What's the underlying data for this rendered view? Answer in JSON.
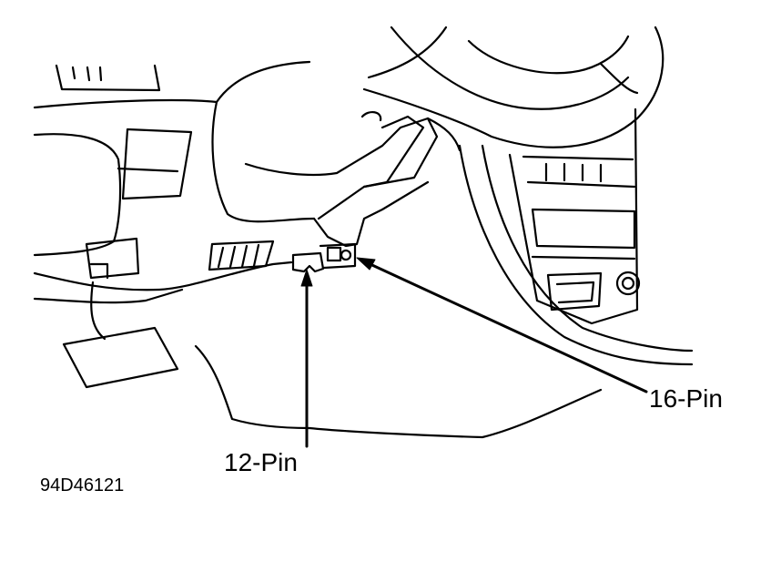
{
  "labels": {
    "connector_16": "16-Pin",
    "connector_12": "12-Pin",
    "figure_code": "94D46121"
  },
  "colors": {
    "line": "#000000",
    "background": "#ffffff"
  }
}
